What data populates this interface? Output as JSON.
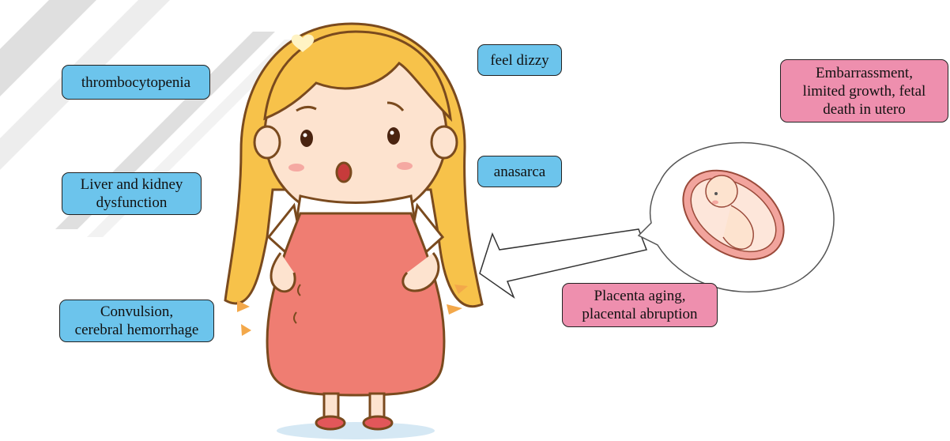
{
  "symptoms": {
    "thrombocytopenia": "thrombocytopenia",
    "liver_kidney": "Liver and kidney\ndysfunction",
    "convulsion": "Convulsion,\ncerebral hemorrhage",
    "feel_dizzy": "feel dizzy",
    "anasarca": "anasarca"
  },
  "fetal": {
    "embarrassment": "Embarrassment,\nlimited growth, fetal\ndeath in utero",
    "placenta": "Placenta aging,\nplacental abruption"
  },
  "colors": {
    "symptom_box": "#6cc4ec",
    "fetal_box": "#ee8fae",
    "dress": "#ef7d72",
    "hair": "#f7c24a",
    "watermark": "#dcdcdc"
  },
  "icons": [
    "pregnant-woman-illustration",
    "fetus-in-womb-illustration",
    "arrow-left-icon",
    "watermark-stamp"
  ]
}
